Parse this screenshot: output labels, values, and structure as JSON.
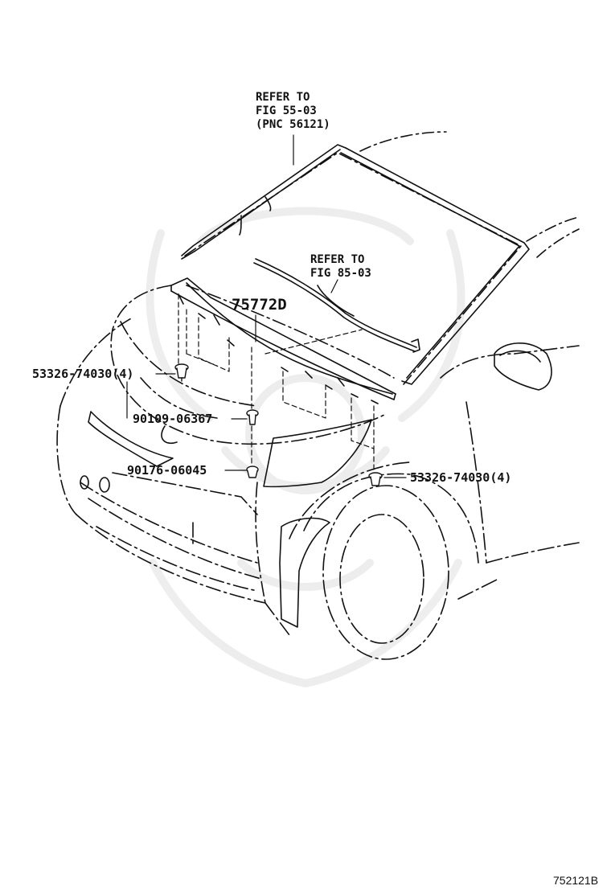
{
  "diagram": {
    "refer_windshield": {
      "line1": "REFER TO",
      "line2": "FIG 55-03",
      "line3": "(PNC 56121)"
    },
    "refer_washer": {
      "line1": "REFER TO",
      "line2": "FIG 85-03"
    },
    "part_75772D": "75772D",
    "part_53326_left": "53326-74030(4)",
    "part_90109": "90109-06367",
    "part_90176": "90176-06045",
    "part_53326_right": "53326-74030(4)",
    "figure_id": "752121B"
  }
}
